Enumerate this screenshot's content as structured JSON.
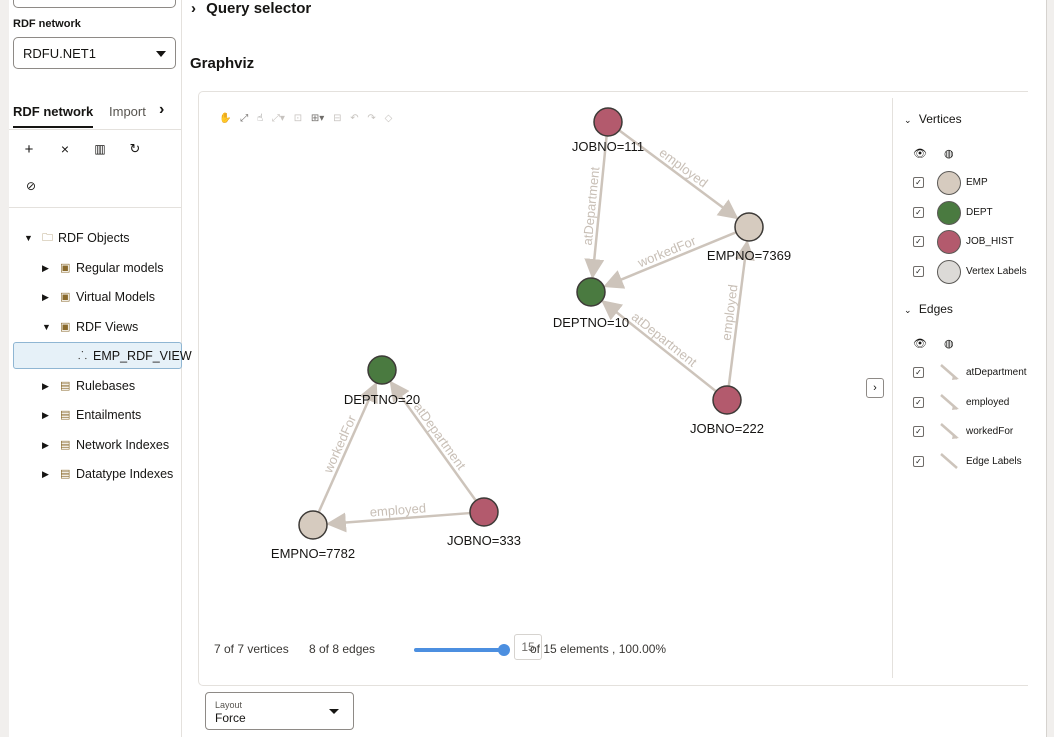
{
  "sidebar": {
    "network_label": "RDF network",
    "network_value": "RDFU.NET1",
    "tabs": [
      {
        "label": "RDF network"
      },
      {
        "label": "Import"
      }
    ],
    "tab_more": "›",
    "tree": {
      "root": "RDF Objects",
      "items": [
        {
          "label": "Regular models"
        },
        {
          "label": "Virtual Models"
        },
        {
          "label": "RDF Views"
        },
        {
          "label": "EMP_RDF_VIEW"
        },
        {
          "label": "Rulebases"
        },
        {
          "label": "Entailments"
        },
        {
          "label": "Network Indexes"
        },
        {
          "label": "Datatype Indexes"
        }
      ]
    }
  },
  "main": {
    "query_selector": "Query selector",
    "graph_title": "Graphviz",
    "graph": {
      "nodes": [
        {
          "id": "JOBNO=111",
          "label": "JOBNO=111",
          "type": "JOB_HIST"
        },
        {
          "id": "EMPNO=7369",
          "label": "EMPNO=7369",
          "type": "EMP"
        },
        {
          "id": "DEPTNO=10",
          "label": "DEPTNO=10",
          "type": "DEPT"
        },
        {
          "id": "JOBNO=222",
          "label": "JOBNO=222",
          "type": "JOB_HIST"
        },
        {
          "id": "DEPTNO=20",
          "label": "DEPTNO=20",
          "type": "DEPT"
        },
        {
          "id": "JOBNO=333",
          "label": "JOBNO=333",
          "type": "JOB_HIST"
        },
        {
          "id": "EMPNO=7782",
          "label": "EMPNO=7782",
          "type": "EMP"
        }
      ],
      "edges": [
        {
          "from": "JOBNO=111",
          "to": "EMPNO=7369",
          "label": "employed"
        },
        {
          "from": "JOBNO=111",
          "to": "DEPTNO=10",
          "label": "atDepartment"
        },
        {
          "from": "EMPNO=7369",
          "to": "DEPTNO=10",
          "label": "workedFor"
        },
        {
          "from": "JOBNO=222",
          "to": "EMPNO=7369",
          "label": "employed"
        },
        {
          "from": "JOBNO=222",
          "to": "DEPTNO=10",
          "label": "atDepartment"
        },
        {
          "from": "EMPNO=7782",
          "to": "DEPTNO=20",
          "label": "workedFor"
        },
        {
          "from": "JOBNO=333",
          "to": "DEPTNO=20",
          "label": "atDepartment"
        },
        {
          "from": "JOBNO=333",
          "to": "EMPNO=7782",
          "label": "employed"
        }
      ]
    },
    "footer": {
      "vertices": "7 of 7 vertices",
      "edges": "8 of 8 edges",
      "slider_value": "15",
      "elements": "of 15 elements , 100.00%"
    },
    "layout": {
      "caption": "Layout",
      "value": "Force"
    }
  },
  "legend": {
    "vertices_title": "Vertices",
    "edges_title": "Edges",
    "vertex_items": [
      {
        "label": "EMP",
        "color": "#d6cbbf"
      },
      {
        "label": "DEPT",
        "color": "#4a7a40"
      },
      {
        "label": "JOB_HIST",
        "color": "#b35a6d"
      },
      {
        "label": "Vertex Labels",
        "color": "#dcdad7"
      }
    ],
    "edge_items": [
      {
        "label": "atDepartment"
      },
      {
        "label": "employed"
      },
      {
        "label": "workedFor"
      },
      {
        "label": "Edge Labels"
      }
    ]
  },
  "colors": {
    "emp": "#d6cbbf",
    "dept": "#4a7a40",
    "job_hist": "#b35a6d",
    "edge": "#cdc4bb",
    "edge_label": "#c8bfb6"
  }
}
